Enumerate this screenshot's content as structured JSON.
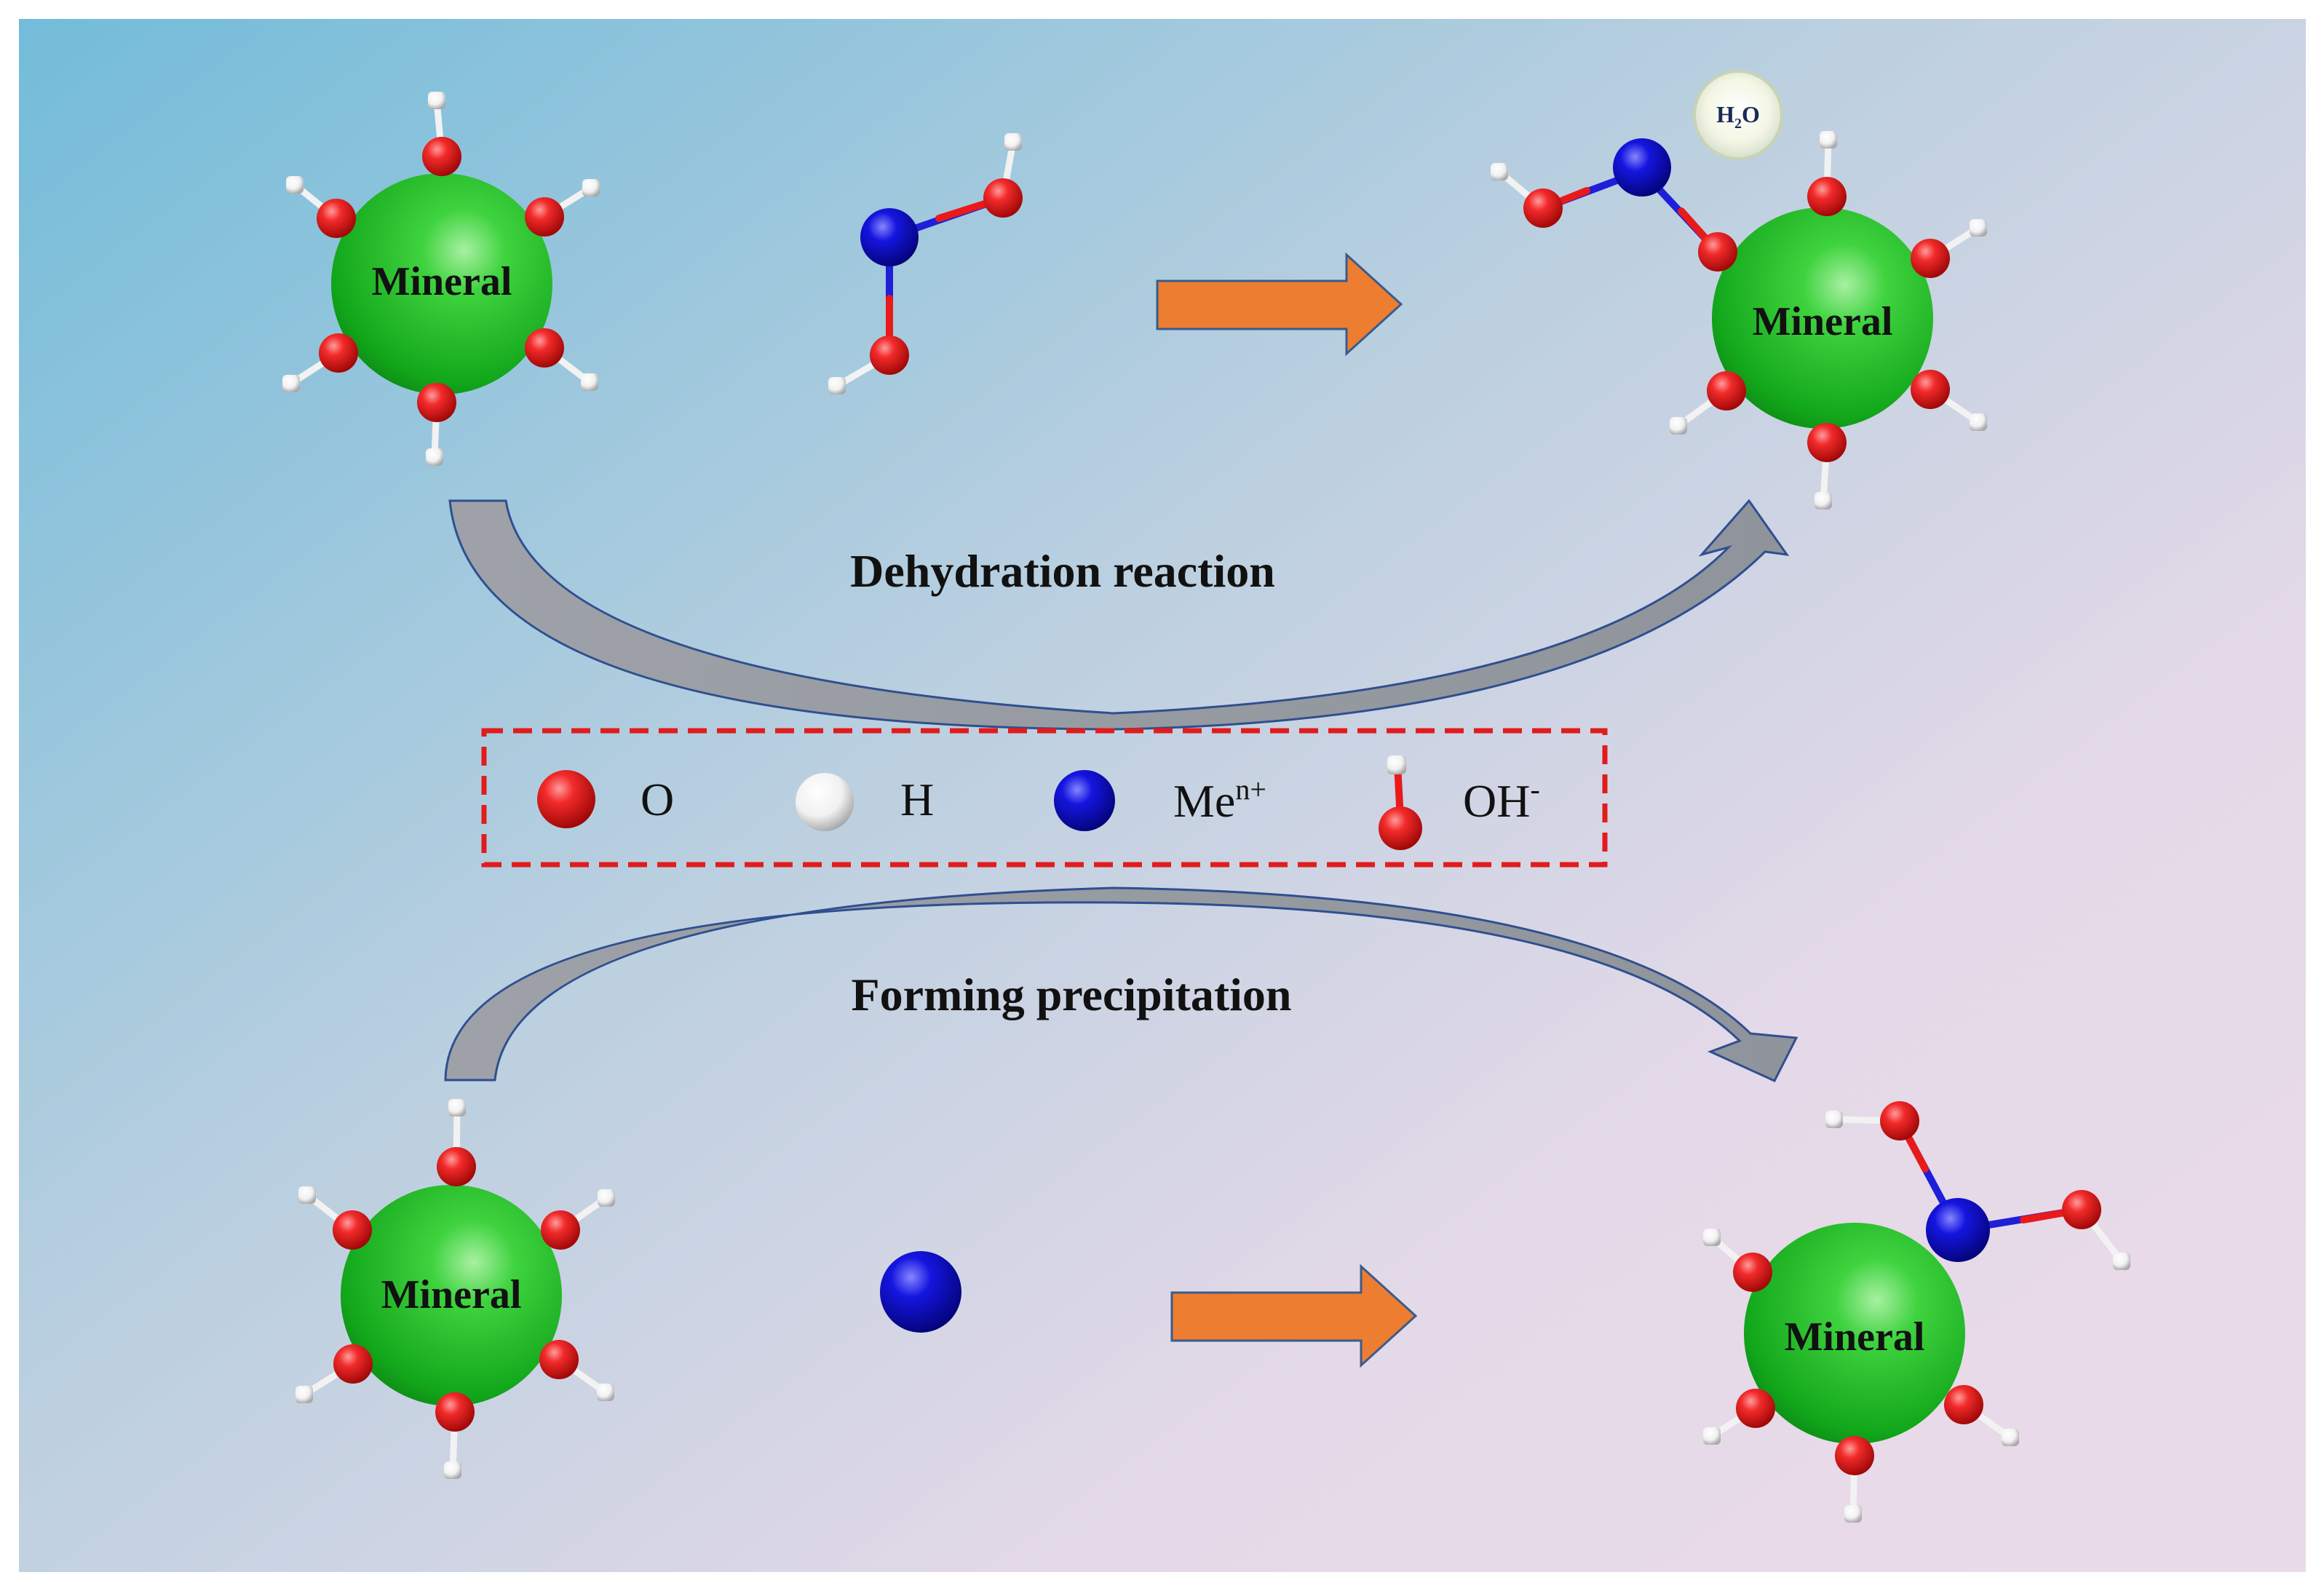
{
  "diagram": {
    "mineral_label": "Mineral",
    "water_label": {
      "main": "H",
      "sub": "2",
      "tail": "O"
    },
    "top_process": "Dehydration reaction",
    "bottom_process": "Forming precipitation",
    "legend": {
      "oxygen": "O",
      "hydrogen": "H",
      "metal": {
        "base": "Me",
        "sup": "n+"
      },
      "hydroxide": {
        "base": "OH",
        "sup": "-"
      }
    },
    "colors": {
      "mineral": "#1fb52a",
      "oxygen": "#e81a1a",
      "hydrogen": "#ffffff",
      "metal": "#1010c8",
      "reaction_arrow": "#ed7d31",
      "curved_arrow": "#a6a6a6",
      "legend_border": "#e11c1c"
    }
  }
}
